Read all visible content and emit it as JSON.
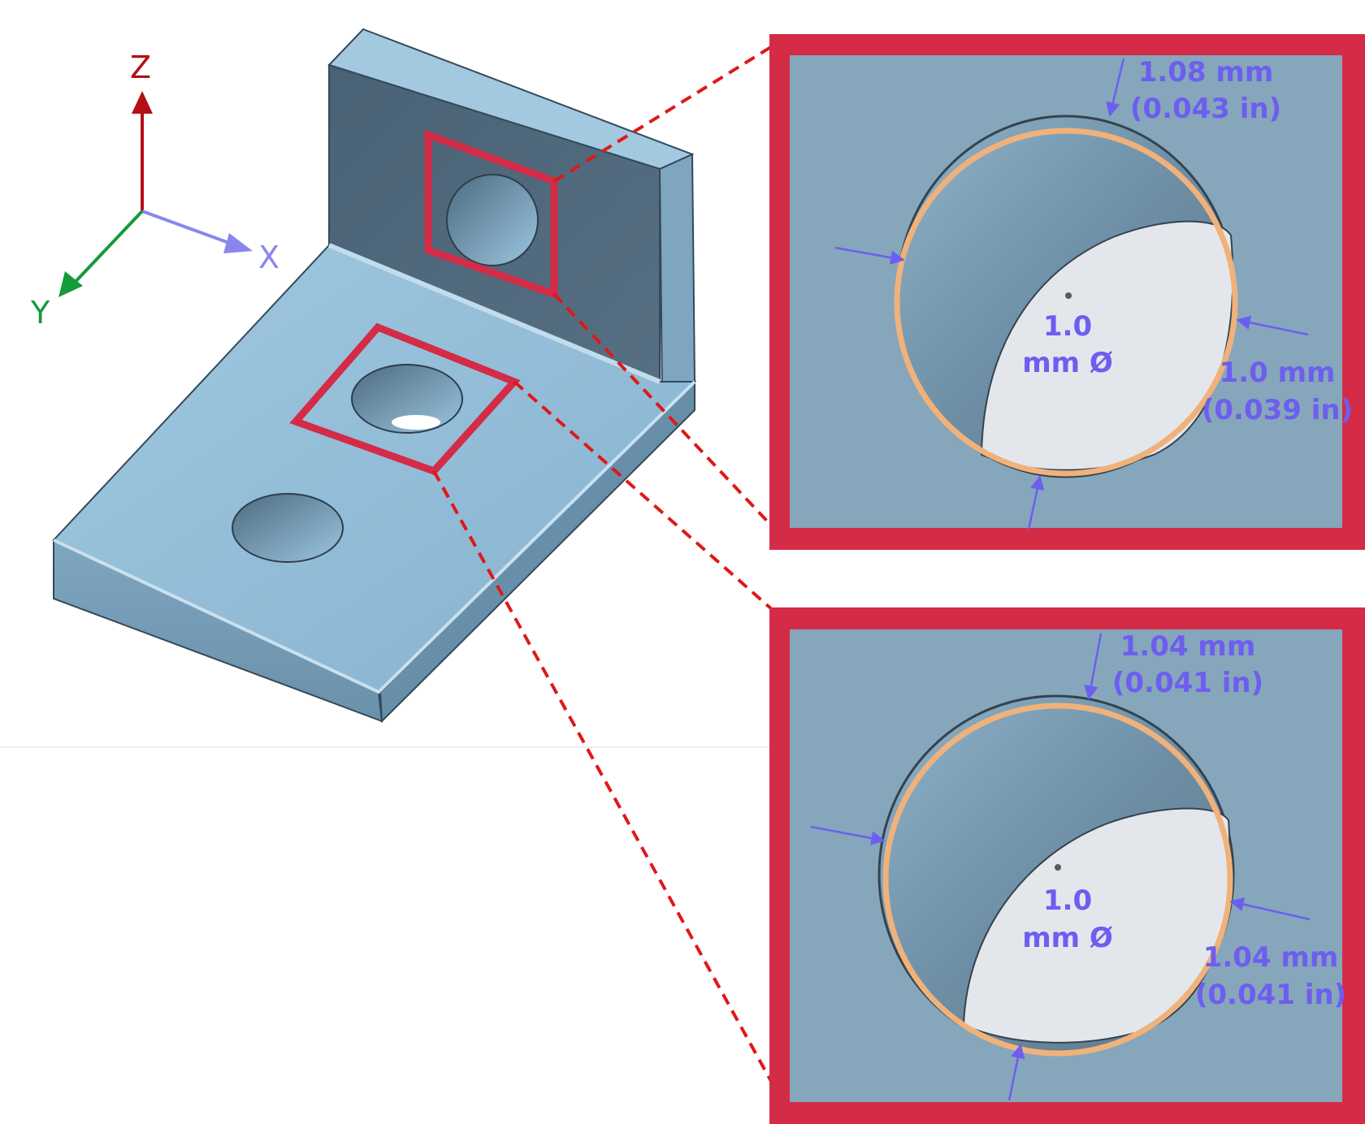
{
  "axes": {
    "z": {
      "label": "Z",
      "color": "#b30f14"
    },
    "x": {
      "label": "X",
      "color": "#8a86ee"
    },
    "y": {
      "label": "Y",
      "color": "#159a3c"
    }
  },
  "colors": {
    "highlight_frame": "#d42b47",
    "leader_line": "#e01818",
    "dimension": "#6d5ef0",
    "part_face_light": "#8ebad6",
    "part_face_dark": "#4d6577",
    "ring": "#f0b27a"
  },
  "insets": [
    {
      "id": "vertical-hole",
      "top": {
        "mm": "1.08 mm",
        "in": "(0.043 in)"
      },
      "right": {
        "mm": "1.0 mm",
        "in": "(0.039 in)"
      },
      "center": {
        "line1": "1.0",
        "line2": "mm Ø"
      }
    },
    {
      "id": "horizontal-hole",
      "top": {
        "mm": "1.04 mm",
        "in": "(0.041 in)"
      },
      "right": {
        "mm": "1.04 mm",
        "in": "(0.041 in)"
      },
      "center": {
        "line1": "1.0",
        "line2": "mm Ø"
      }
    }
  ]
}
